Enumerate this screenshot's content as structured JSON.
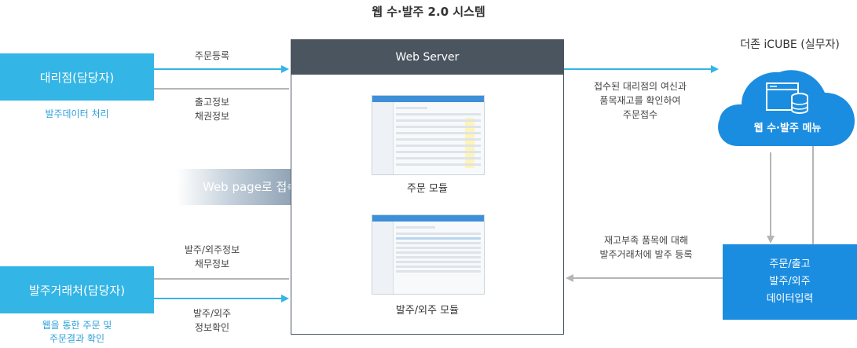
{
  "title": "웹 수·발주 2.0 시스템",
  "left_top": {
    "box_label": "대리점(담당자)",
    "subtitle": "발주데이터 처리",
    "arrow_in_label": "주문등록",
    "arrow_out_label_1": "출고정보",
    "arrow_out_label_2": "채권정보"
  },
  "big_arrow_label": "Web page로 접속",
  "left_bottom": {
    "box_label": "발주거래처(담당자)",
    "subtitle_1": "웹을 통한 주문 및",
    "subtitle_2": "주문결과 확인",
    "label_out_1": "발주/외주정보",
    "label_out_2": "채무정보",
    "label_in_1": "발주/외주",
    "label_in_2": "정보확인"
  },
  "server": {
    "header": "Web Server",
    "module_1": "주문 모듈",
    "module_2": "발주/외주 모듈"
  },
  "right": {
    "cloud_title": "더존 iCUBE (실무자)",
    "cloud_label": "웹 수·발주 메뉴",
    "top_note_1": "접수된 대리점의 여신과",
    "top_note_2": "품목재고를 확인하여",
    "top_note_3": "주문접수",
    "bottom_note_1": "재고부족 품목에 대해",
    "bottom_note_2": "발주거래처에 발주 등록",
    "box_line_1": "주문/출고",
    "box_line_2": "발주/외주",
    "box_line_3": "데이터입력"
  },
  "colors": {
    "arrow_blue": "#33b5e5",
    "arrow_gray": "#b5b5b5",
    "server_header": "#4a5560",
    "cloud": "#1b8de0",
    "big_arrow": "#7a92a8"
  }
}
